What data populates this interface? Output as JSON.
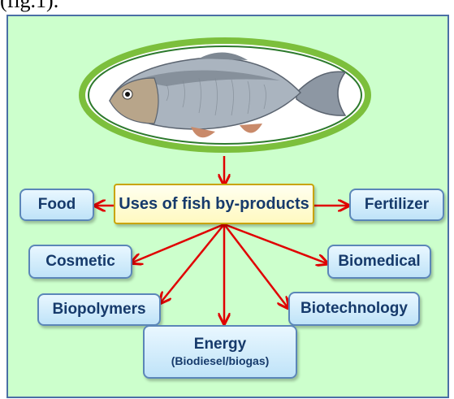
{
  "caption": "(fig.1).",
  "center_label": "Uses of fish by-products",
  "nodes": {
    "food": "Food",
    "fertilizer": "Fertilizer",
    "cosmetic": "Cosmetic",
    "biomedical": "Biomedical",
    "biopolymers": "Biopolymers",
    "biotechnology": "Biotechnology",
    "energy": "Energy",
    "energy_sub": "(Biodiesel/biogas)"
  },
  "colors": {
    "arrow": "#e00000",
    "panel": "#ccffcc",
    "ring": "#7cbf3c"
  }
}
